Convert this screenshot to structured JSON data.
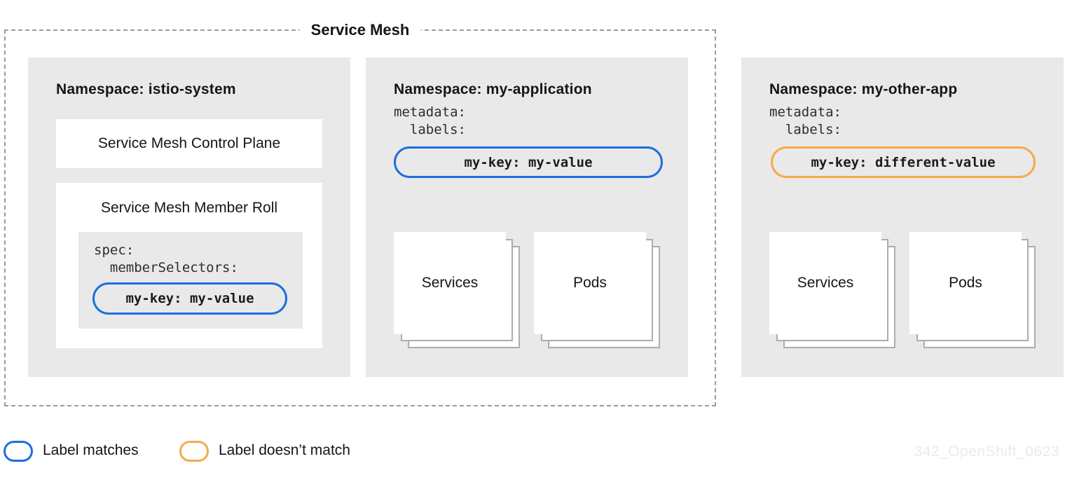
{
  "mesh": {
    "title": "Service Mesh"
  },
  "ns_istio": {
    "title": "Namespace: istio-system",
    "control_plane_label": "Service Mesh Control Plane",
    "member_roll": {
      "title": "Service Mesh Member Roll",
      "yaml": "spec:\n  memberSelectors:",
      "pill": "my-key: my-value"
    }
  },
  "ns_app": {
    "title": "Namespace: my-application",
    "yaml": "metadata:\n  labels:",
    "pill": "my-key: my-value",
    "services_label": "Services",
    "pods_label": "Pods"
  },
  "ns_other": {
    "title": "Namespace: my-other-app",
    "yaml": "metadata:\n  labels:",
    "pill": "my-key: different-value",
    "services_label": "Services",
    "pods_label": "Pods"
  },
  "legend": {
    "match_label": "Label matches",
    "no_match_label": "Label doesn’t match"
  },
  "watermark": "342_OpenShift_0623",
  "colors": {
    "match_accent": "#1b6fe0",
    "no_match_accent": "#f6a94c",
    "panel_background": "#e9e9e9"
  }
}
